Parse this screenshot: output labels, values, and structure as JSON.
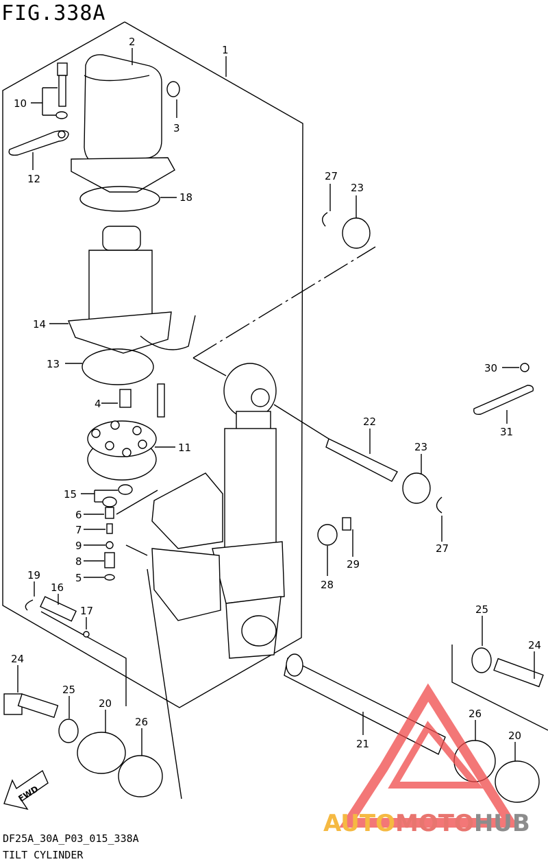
{
  "figure": {
    "title": "FIG.338A",
    "code": "DF25A_30A_P03_015_338A",
    "description": "TILT CYLINDER"
  },
  "fwd_label": "FWD",
  "watermark": {
    "part1": "AUTO",
    "part2": "MOTO",
    "part3": "HUB",
    "colors": {
      "auto": "#f5b942",
      "moto": "#e8756f",
      "hub": "#8c8c8c",
      "triangle": "#ef4a4a"
    }
  },
  "callouts": [
    "1",
    "2",
    "3",
    "10",
    "12",
    "18",
    "27",
    "23",
    "14",
    "13",
    "30",
    "4",
    "11",
    "22",
    "23",
    "31",
    "15",
    "6",
    "7",
    "9",
    "8",
    "5",
    "27",
    "29",
    "28",
    "19",
    "16",
    "17",
    "25",
    "24",
    "24",
    "25",
    "20",
    "26",
    "21",
    "26",
    "20"
  ]
}
